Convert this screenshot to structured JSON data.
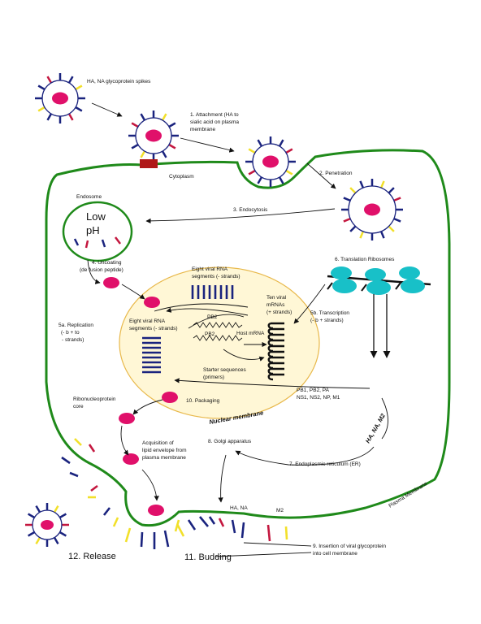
{
  "labels": {
    "spikes": "HA, NA glycoprotein spikes",
    "attach_1": "1. Attachment (HA to",
    "attach_2": "sialic acid on plasma",
    "attach_3": "membrane",
    "cytoplasm": "Cytoplasm",
    "penetration": "2. Penetration",
    "endosome": "Endosome",
    "endocytosis": "3. Endocytosis",
    "low": "Low",
    "ph": "pH",
    "uncoating_1": "4. Uncoating",
    "uncoating_2": "(de fusion peptide)",
    "translation": "6. Translation Ribosomes",
    "eight_top_1": "Eight viral RNA",
    "eight_top_2": "segments (- strands)",
    "tenviral_1": "Ten viral",
    "tenviral_2": "mRNAs",
    "tenviral_3": "(+ strands)",
    "transcription_1": "5b. Transcription",
    "transcription_2": "(- b + strands)",
    "replication_1": "5a. Replication",
    "replication_2": "(- b + to",
    "replication_3": "- strands)",
    "eight_left_1": "Eight viral RNA",
    "eight_left_2": "segments (- strands)",
    "pb2_a": "PB2",
    "pb2_b": "PB2",
    "host_mrna": "Host mRNA",
    "starter_1": "Starter sequences",
    "starter_2": "(primers)",
    "proteins_1": "PB1, PB2, PA",
    "proteins_2": "NS1, NS2, NP, M1",
    "packaging": "10. Packaging",
    "rnp_1": "Ribonucleoprotein",
    "rnp_2": "core",
    "nuclear_membrane": "Nuclear membrane",
    "ha_na_m2": "HA, NA, M2",
    "golgi": "8. Golgi apparatus",
    "acq_1": "Acquisition of",
    "acq_2": "lipid envelope from",
    "acq_3": "plasma membrane",
    "er": "7. Endoplasmic reticulum (ER)",
    "plasma_membrane": "Plasma Membrane",
    "ha_na": "HA, NA",
    "m2": "M2",
    "insertion_1": "9. Insertion of viral glycoprotein",
    "insertion_2": "into cell membrane",
    "release": "12. Release",
    "budding": "11. Budding"
  },
  "colors": {
    "membrane": "#1f8a1a",
    "nucleus_fill": "#fff7d6",
    "nucleus_stroke": "#e8b84a",
    "capsid": "#e0106a",
    "spike_blue": "#1a237e",
    "spike_yellow": "#f2e02a",
    "spike_red": "#c4173f",
    "ribosome": "#18c0c8",
    "receptor": "#b01818"
  }
}
